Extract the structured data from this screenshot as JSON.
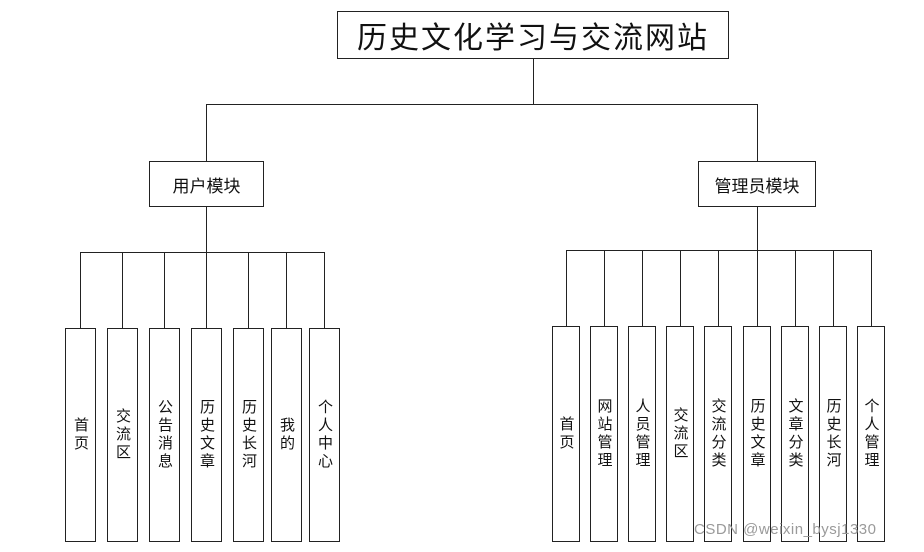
{
  "title": "历史文化学习与交流网站",
  "user_module": {
    "label": "用户模块",
    "items": [
      "首页",
      "交流区",
      "公告消息",
      "历史文章",
      "历史长河",
      "我的",
      "个人中心"
    ]
  },
  "admin_module": {
    "label": "管理员模块",
    "items": [
      "首页",
      "网站管理",
      "人员管理",
      "交流区",
      "交流分类",
      "历史文章",
      "文章分类",
      "历史长河",
      "个人管理"
    ]
  },
  "watermark": "CSDN @weixin_bysj1330"
}
